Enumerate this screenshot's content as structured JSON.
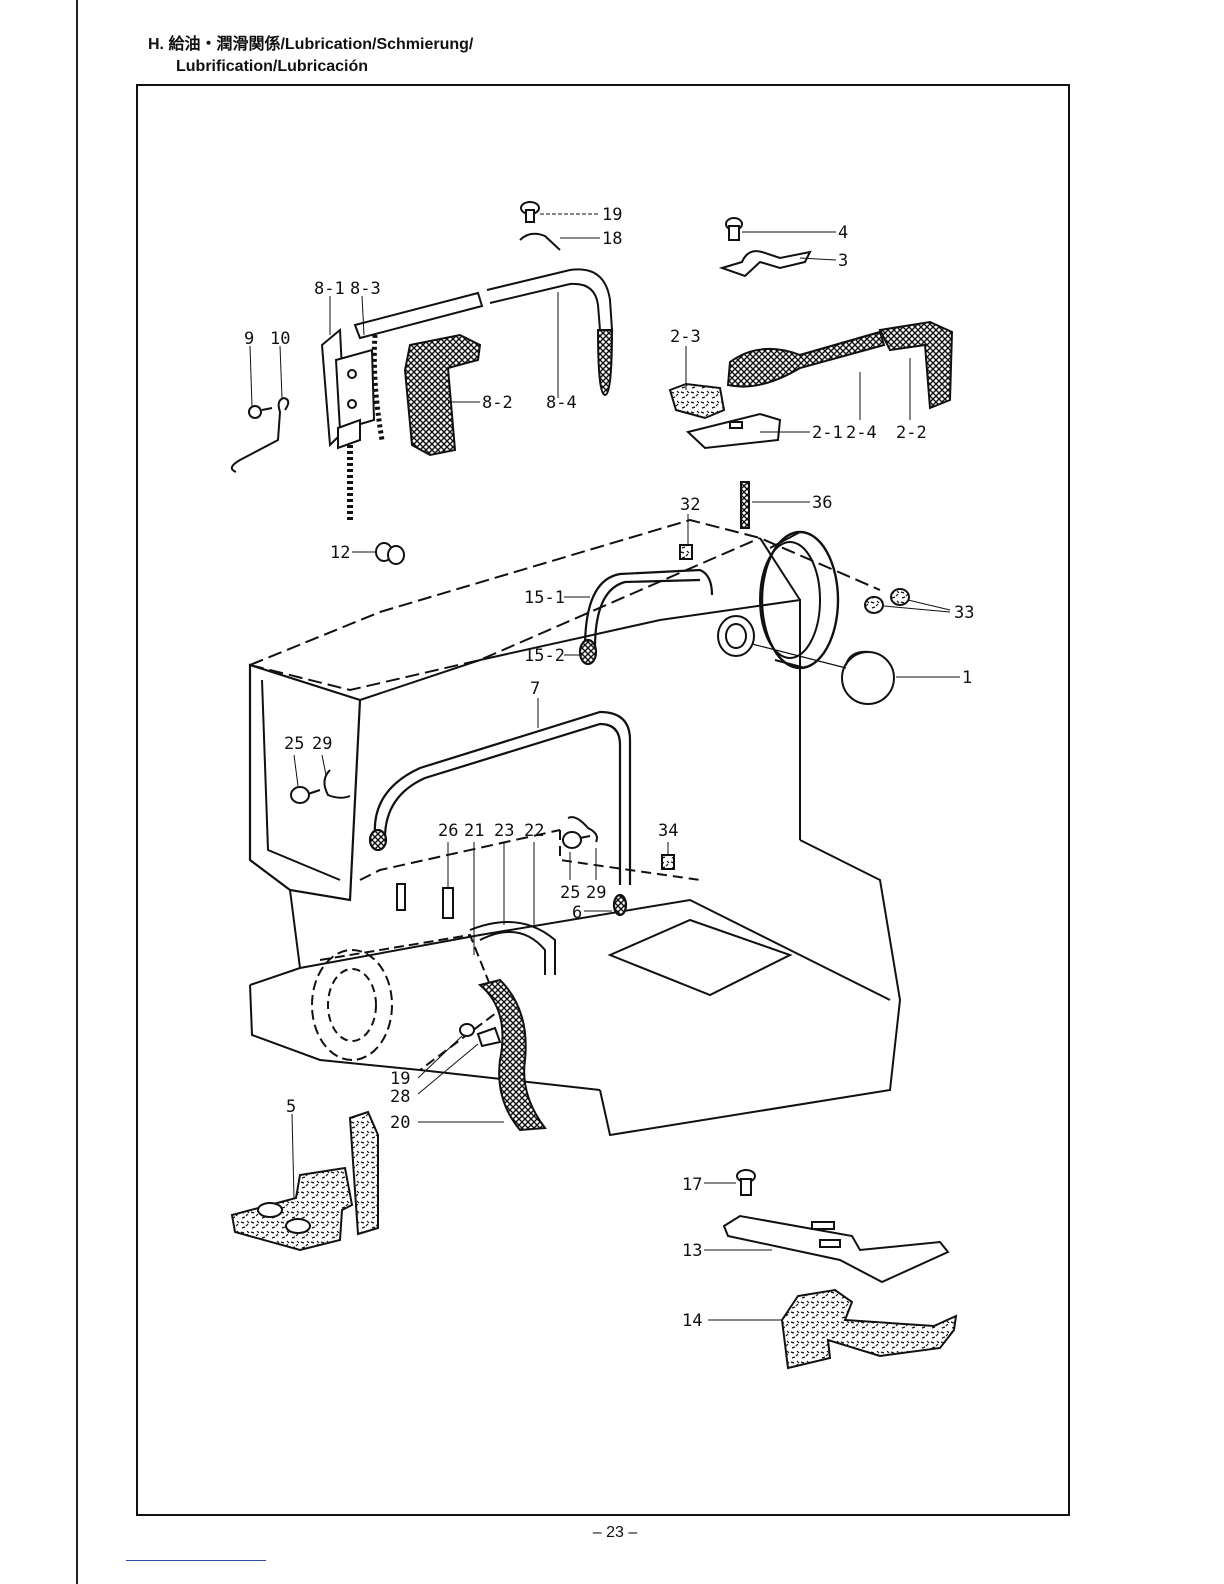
{
  "header": {
    "line1": "H. 給油・潤滑関係/Lubrication/Schmierung/",
    "line2": "Lubrification/Lubricación"
  },
  "page_number": "– 23 –",
  "callouts": {
    "c19_top": "19",
    "c18": "18",
    "c4": "4",
    "c3": "3",
    "c8_1": "8-1",
    "c8_3": "8-3",
    "c9": "9",
    "c10": "10",
    "c8_2": "8-2",
    "c8_4": "8-4",
    "c2_3": "2-3",
    "c2_1": "2-1",
    "c2_4": "2-4",
    "c2_2": "2-2",
    "c32": "32",
    "c36": "36",
    "c12": "12",
    "c33": "33",
    "c15_1": "15-1",
    "c15_2": "15-2",
    "c1": "1",
    "c7": "7",
    "c25a": "25",
    "c29a": "29",
    "c26": "26",
    "c21": "21",
    "c23": "23",
    "c22": "22",
    "c34": "34",
    "c25b": "25",
    "c29b": "29",
    "c6": "6",
    "c19_low": "19",
    "c28": "28",
    "c20": "20",
    "c5": "5",
    "c17": "17",
    "c13": "13",
    "c14": "14"
  }
}
